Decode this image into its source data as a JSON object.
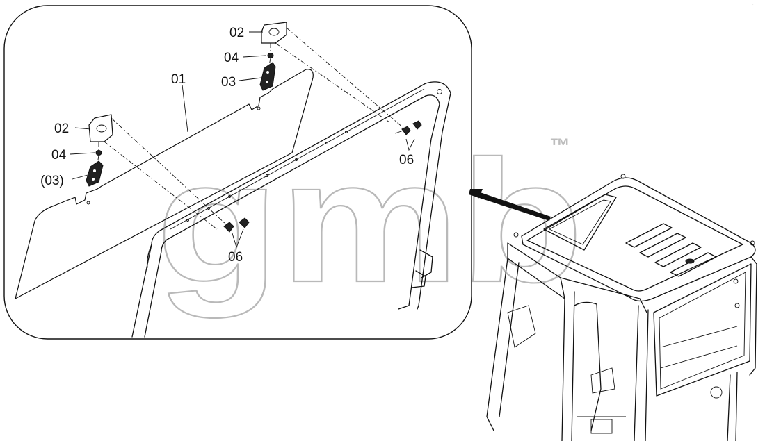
{
  "diagram": {
    "callouts": {
      "part_01": "01",
      "part_02_top": "02",
      "part_04_top": "04",
      "part_03_top": "03",
      "part_02_left": "02",
      "part_04_left": "04",
      "part_03_left": "(03)",
      "part_06_right": "06",
      "part_06_left": "06"
    },
    "watermark": {
      "text": "gmb",
      "trademark": "™"
    }
  }
}
